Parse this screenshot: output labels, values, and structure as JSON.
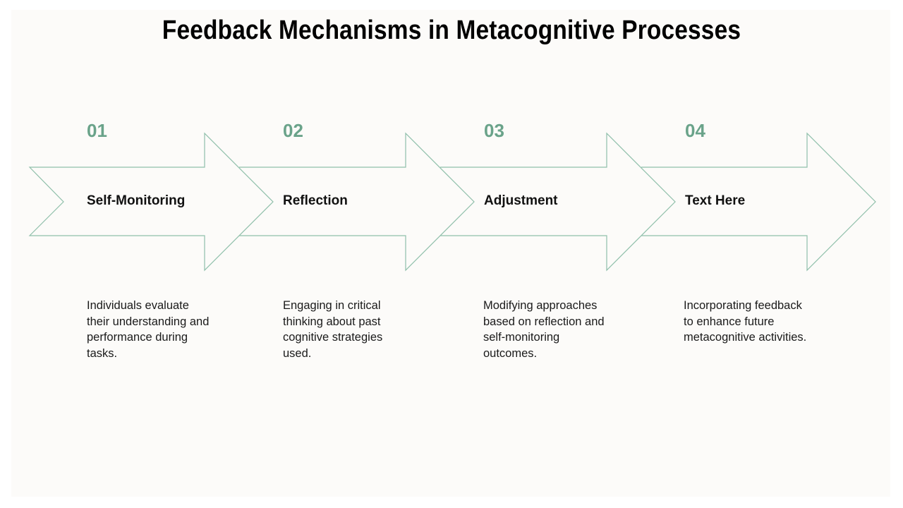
{
  "title": "Feedback Mechanisms in Metacognitive Processes",
  "colors": {
    "accent": "#6aa38a",
    "arrow_stroke": "#8fbfaa",
    "background": "#fcfbf9"
  },
  "steps": [
    {
      "number": "01",
      "label": "Self-Monitoring",
      "description": "Individuals evaluate their understanding and performance during tasks."
    },
    {
      "number": "02",
      "label": "Reflection",
      "description": "Engaging in critical thinking about past cognitive strategies used."
    },
    {
      "number": "03",
      "label": "Adjustment",
      "description": "Modifying approaches based on reflection and self-monitoring outcomes."
    },
    {
      "number": "04",
      "label": "Text Here",
      "description": "Incorporating feedback to enhance future metacognitive activities."
    }
  ]
}
